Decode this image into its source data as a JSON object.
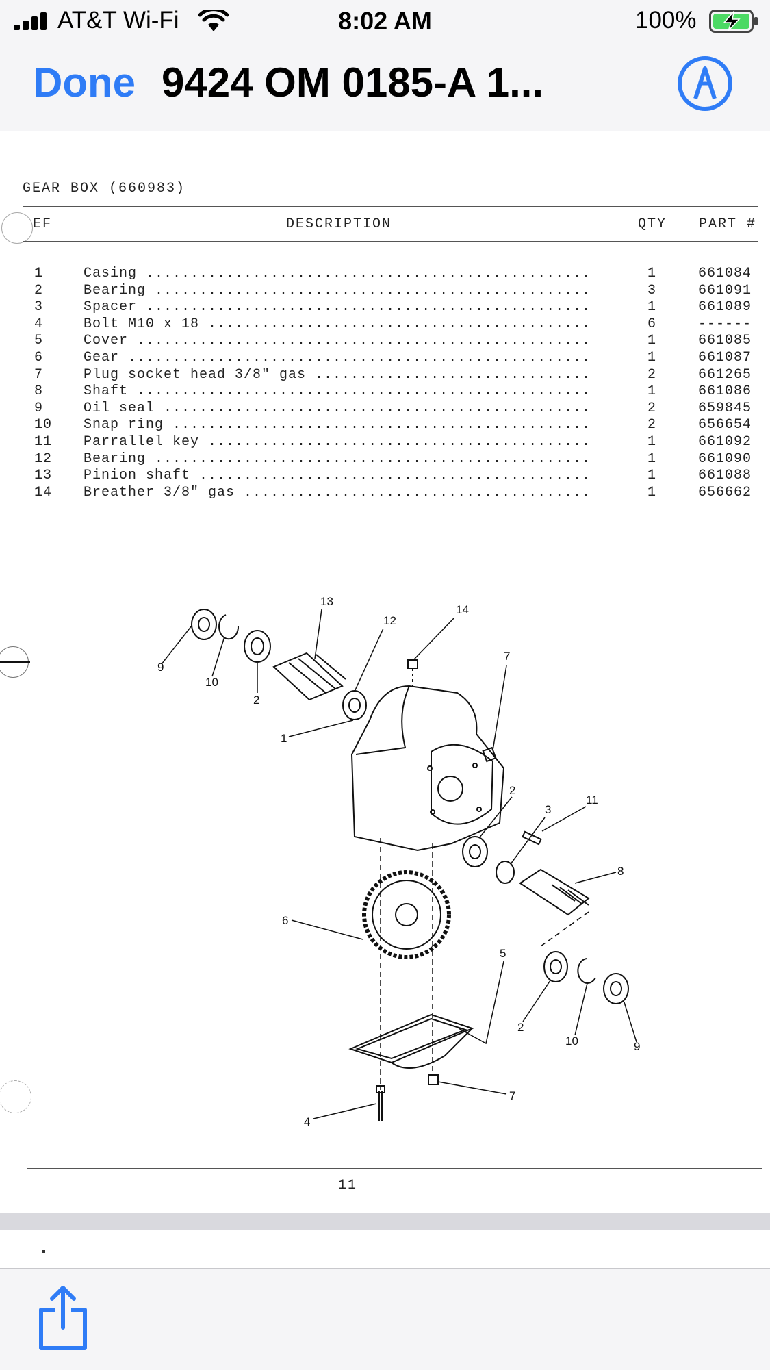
{
  "status_bar": {
    "carrier": "AT&T Wi-Fi",
    "time": "8:02 AM",
    "battery_percent": "100%",
    "icons": [
      "signal-icon",
      "wifi-icon",
      "battery-charging-icon"
    ]
  },
  "nav": {
    "done_label": "Done",
    "title": "9424  OM 0185-A  1...",
    "markup_icon": "markup-pen-icon"
  },
  "document": {
    "section_title": "GEAR BOX (660983)",
    "rule": "==================================================================================",
    "columns": {
      "ref": "EF",
      "description": "DESCRIPTION",
      "qty": "QTY",
      "part": "PART #"
    },
    "parts": [
      {
        "ref": "1",
        "description": "Casing ..................................................",
        "qty": "1",
        "part": "661084"
      },
      {
        "ref": "2",
        "description": "Bearing .................................................",
        "qty": "3",
        "part": "661091"
      },
      {
        "ref": "3",
        "description": "Spacer ..................................................",
        "qty": "1",
        "part": "661089"
      },
      {
        "ref": "4",
        "description": "Bolt M10 x 18 ...........................................",
        "qty": "6",
        "part": "------"
      },
      {
        "ref": "5",
        "description": "Cover ...................................................",
        "qty": "1",
        "part": "661085"
      },
      {
        "ref": "6",
        "description": "Gear ....................................................",
        "qty": "1",
        "part": "661087"
      },
      {
        "ref": "7",
        "description": "Plug socket head 3/8\" gas ...............................",
        "qty": "2",
        "part": "661265"
      },
      {
        "ref": "8",
        "description": "Shaft ...................................................",
        "qty": "1",
        "part": "661086"
      },
      {
        "ref": "9",
        "description": "Oil seal ................................................",
        "qty": "2",
        "part": "659845"
      },
      {
        "ref": "10",
        "description": "Snap ring ...............................................",
        "qty": "2",
        "part": "656654"
      },
      {
        "ref": "11",
        "description": "Parrallel key ...........................................",
        "qty": "1",
        "part": "661092"
      },
      {
        "ref": "12",
        "description": "Bearing .................................................",
        "qty": "1",
        "part": "661090"
      },
      {
        "ref": "13",
        "description": "Pinion shaft ............................................",
        "qty": "1",
        "part": "661088"
      },
      {
        "ref": "14",
        "description": "Breather 3/8\" gas .......................................",
        "qty": "1",
        "part": "656662"
      }
    ],
    "diagram_labels": [
      "9",
      "10",
      "2",
      "13",
      "12",
      "14",
      "7",
      "1",
      "2",
      "3",
      "11",
      "8",
      "6",
      "5",
      "2",
      "10",
      "9",
      "4",
      "7"
    ],
    "page_number": "11"
  },
  "toolbar": {
    "share_icon": "share-icon"
  }
}
